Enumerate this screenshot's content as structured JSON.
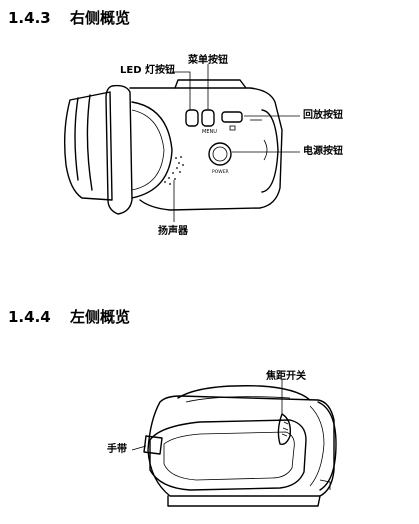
{
  "sections": [
    {
      "number": "1.4.3",
      "title": "右侧概览",
      "callouts": {
        "led_button": "LED 灯按钮",
        "menu_button": "菜单按钮",
        "playback_button": "回放按钮",
        "power_button": "电源按钮",
        "speaker": "扬声器"
      },
      "device_labels": {
        "menu": "MENU",
        "power": "POWER"
      }
    },
    {
      "number": "1.4.4",
      "title": "左侧概览",
      "callouts": {
        "zoom_switch": "焦距开关",
        "strap": "手带"
      }
    }
  ]
}
